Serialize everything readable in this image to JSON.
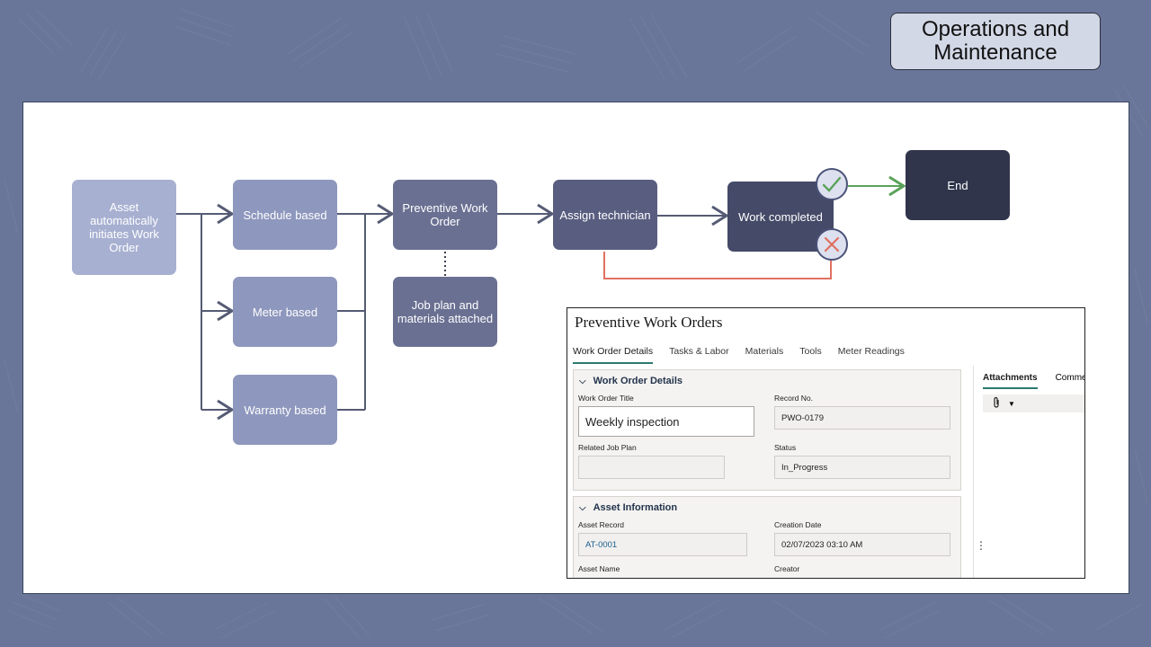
{
  "slide_title": "Operations and Maintenance",
  "flow": {
    "asset": "Asset automatically initiates Work Order",
    "schedule": "Schedule based",
    "meter": "Meter based",
    "warranty": "Warranty based",
    "preventive": "Preventive Work Order",
    "jobplan": "Job plan and materials attached",
    "assign": "Assign technician",
    "completed": "Work completed",
    "end": "End"
  },
  "icons": {
    "check": "check-mark-icon",
    "cross": "x-mark-icon",
    "paperclip": "paperclip-icon",
    "dropdown": "caret-down-icon",
    "more": "vertical-ellipsis-icon"
  },
  "colors": {
    "background": "#6a7699",
    "box_light": "#a7b0d1",
    "box_mid": "#8e97bd",
    "box_dark": "#6a7092",
    "box_darker": "#595e80",
    "box_darkest": "#444a67",
    "box_end": "#30354b",
    "success": "#5aa25a",
    "failure": "#e07060"
  },
  "work_order": {
    "title": "Preventive Work Orders",
    "tabs": [
      "Work Order Details",
      "Tasks & Labor",
      "Materials",
      "Tools",
      "Meter Readings"
    ],
    "details": {
      "heading": "Work Order Details",
      "wo_title_label": "Work Order Title",
      "wo_title_value": "Weekly inspection",
      "record_label": "Record No.",
      "record_value": "PWO-0179",
      "job_plan_label": "Related Job Plan",
      "job_plan_value": "",
      "status_label": "Status",
      "status_value": "In_Progress"
    },
    "asset": {
      "heading": "Asset Information",
      "record_label": "Asset Record",
      "record_value": "AT-0001",
      "date_label": "Creation Date",
      "date_value": "02/07/2023 03:10 AM",
      "name_label": "Asset Name",
      "creator_label": "Creator"
    },
    "side_tabs": [
      "Attachments",
      "Comme"
    ]
  }
}
